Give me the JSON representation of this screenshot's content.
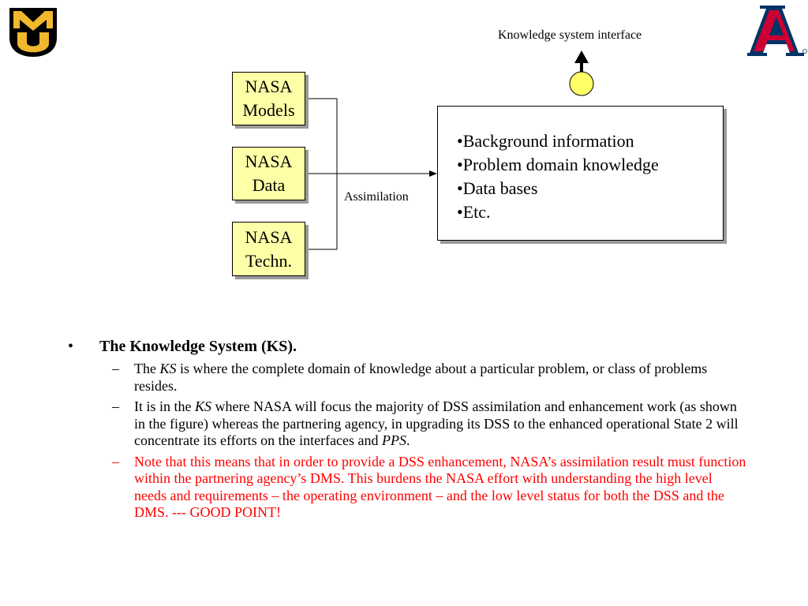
{
  "diagram": {
    "sources": [
      {
        "line1": "NASA",
        "line2": "Models"
      },
      {
        "line1": "NASA",
        "line2": "Data"
      },
      {
        "line1": "NASA",
        "line2": "Techn."
      }
    ],
    "assimilation_label": "Assimilation",
    "interface_label": "Knowledge system interface",
    "ks_items": [
      "•Background information",
      "•Problem domain knowledge",
      "•Data bases",
      "•Etc."
    ],
    "colors": {
      "box_fill": "#ffffa8",
      "shadow": "#9a9a9a",
      "interface_circle": "#ffff66"
    }
  },
  "logos": {
    "left": {
      "icon": "mizzou-mu-logo",
      "text": "MU",
      "colors": {
        "black": "#000000",
        "gold": "#f1b82d"
      }
    },
    "right": {
      "icon": "arizona-a-logo",
      "text": "A",
      "colors": {
        "red": "#cc0033",
        "navy": "#003366"
      }
    }
  },
  "content": {
    "bullet_mark": "•",
    "heading": "The Knowledge System (KS).",
    "dash": "–",
    "item1": {
      "pre": "The ",
      "em": "KS",
      "post": " is where the complete domain of knowledge about a particular problem, or class of problems resides."
    },
    "item2": {
      "pre": "It is in the ",
      "em1": "KS",
      "mid": " where NASA will focus the majority of DSS assimilation and enhancement work (as shown in the figure) whereas the partnering agency, in upgrading its DSS to the enhanced operational State 2 will concentrate its efforts on the interfaces and ",
      "em2": "PPS",
      "post": "."
    },
    "item3": {
      "text": "Note that this means that in order to provide a DSS enhancement, NASA’s assimilation result must function within the partnering agency’s DMS.  This burdens the NASA effort with understanding the high level needs and requirements – the operating environment – and the low level status for both the DSS and the DMS. --- GOOD POINT!",
      "color": "#ff0000"
    }
  }
}
